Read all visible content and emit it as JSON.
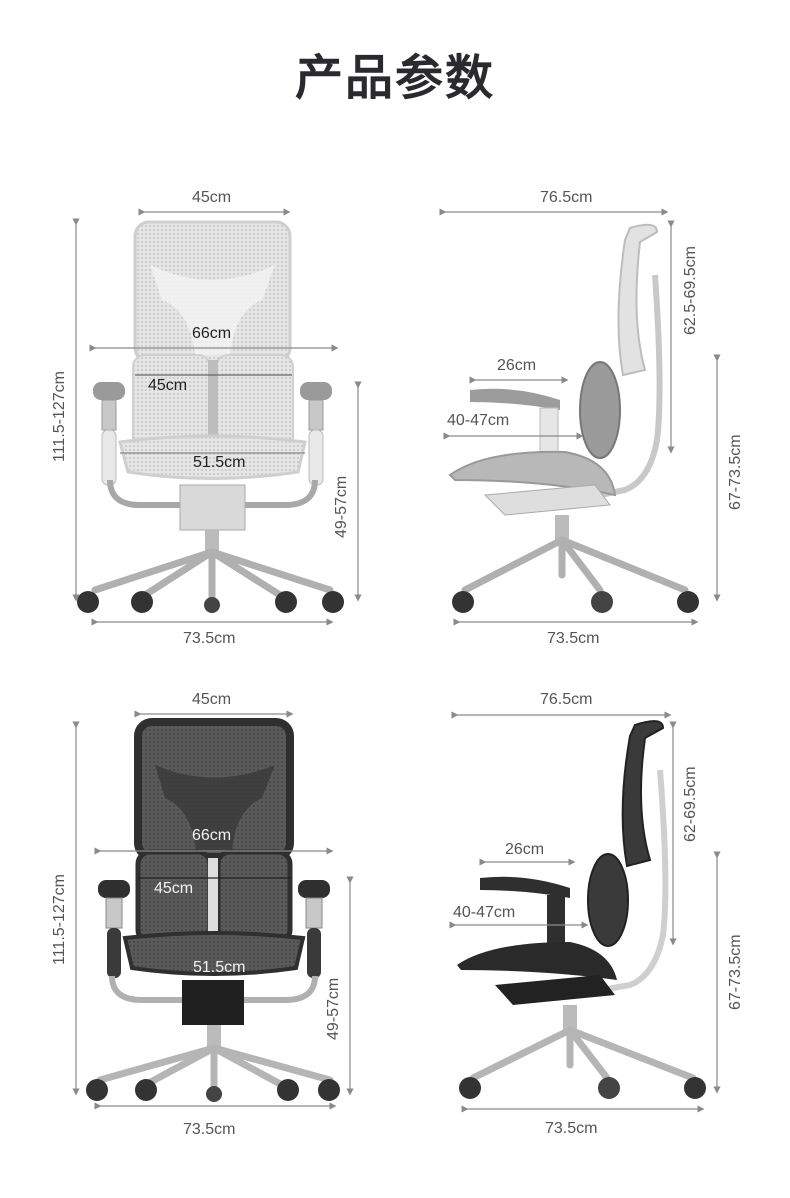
{
  "title": "产品参数",
  "colors": {
    "title": "#2a2a2e",
    "dim_line": "#8a8a8a",
    "label": "#555555",
    "chair_light_mesh": "#d8d8d8",
    "chair_dark_mesh": "#3a3a3a",
    "chrome": "#b5b5b5",
    "caster": "#2e2e2e"
  },
  "diagrams": [
    {
      "variant": "white",
      "view": "front",
      "dimensions": {
        "headrest_width": "45cm",
        "armrest_span": "66cm",
        "backrest_width": "45cm",
        "seat_width": "51.5cm",
        "total_height": "111.5-127cm",
        "seat_height": "49-57cm",
        "base_width": "73.5cm"
      }
    },
    {
      "variant": "white",
      "view": "side",
      "dimensions": {
        "total_depth": "76.5cm",
        "armrest_length": "26cm",
        "seat_depth": "40-47cm",
        "backrest_height": "62.5-69.5cm",
        "armrest_height": "67-73.5cm",
        "base_width": "73.5cm"
      }
    },
    {
      "variant": "black",
      "view": "front",
      "dimensions": {
        "headrest_width": "45cm",
        "armrest_span": "66cm",
        "backrest_width": "45cm",
        "seat_width": "51.5cm",
        "total_height": "111.5-127cm",
        "seat_height": "49-57cm",
        "base_width": "73.5cm"
      }
    },
    {
      "variant": "black",
      "view": "side",
      "dimensions": {
        "total_depth": "76.5cm",
        "armrest_length": "26cm",
        "seat_depth": "40-47cm",
        "backrest_height": "62-69.5cm",
        "armrest_height": "67-73.5cm",
        "base_width": "73.5cm"
      }
    }
  ]
}
